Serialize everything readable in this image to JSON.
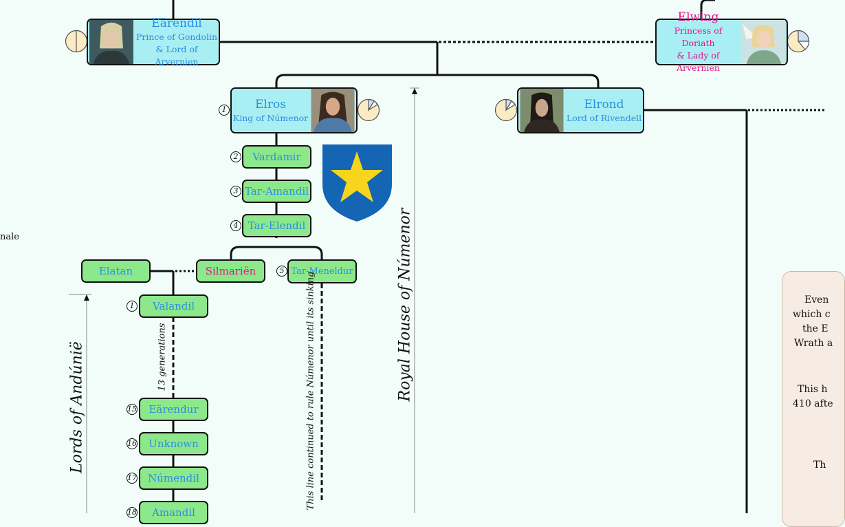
{
  "people": {
    "earendil": {
      "name": "Eärendil",
      "title1": "Prince of Gondolin",
      "title2": "& Lord of Arvernien"
    },
    "elwing": {
      "name": "Elwing",
      "title1": "Princess of Doriath",
      "title2": "& Lady of Arvernien"
    },
    "elros": {
      "name": "Elros",
      "title1": "King of Númenor"
    },
    "elrond": {
      "name": "Elrond",
      "title1": "Lord of Rivendell"
    }
  },
  "descendants": {
    "vardamir": "Vardamir",
    "tar_amandil": "Tar-Amandil",
    "tar_elendil": "Tar-Elendil",
    "elatan": "Elatan",
    "silmarien": "Silmariën",
    "tar_meneldur": "Tar-Meneldur",
    "valandil": "Valandil",
    "earendur": "Eärendur",
    "unknown": "Unknown",
    "numendil": "Númendil",
    "amandil": "Amandil"
  },
  "numbers": {
    "elros": "1",
    "vardamir": "2",
    "tar_amandil": "3",
    "tar_elendil": "4",
    "tar_meneldur": "5",
    "valandil": "1",
    "earendur": "15",
    "unknown": "16",
    "numendil": "17",
    "amandil": "18"
  },
  "labels": {
    "generations": "13 generations",
    "line_continued": "This line continued to rule Númenor until its sinking",
    "royal_house": "Royal House of Númenor",
    "lords_andunie": "Lords of Andúnië",
    "cut_left": "nale"
  },
  "info_box": {
    "lines": [
      "Even",
      "which c",
      "the E",
      "Wrath a",
      "This h",
      "410 afte",
      "Th"
    ]
  },
  "colors": {
    "male": "#2a8fe0",
    "female": "#e2148a",
    "crest_blue": "#1565b5",
    "crest_star": "#f7d51d",
    "green_box": "#8de88c",
    "cyan_box": "#a9eef2"
  }
}
